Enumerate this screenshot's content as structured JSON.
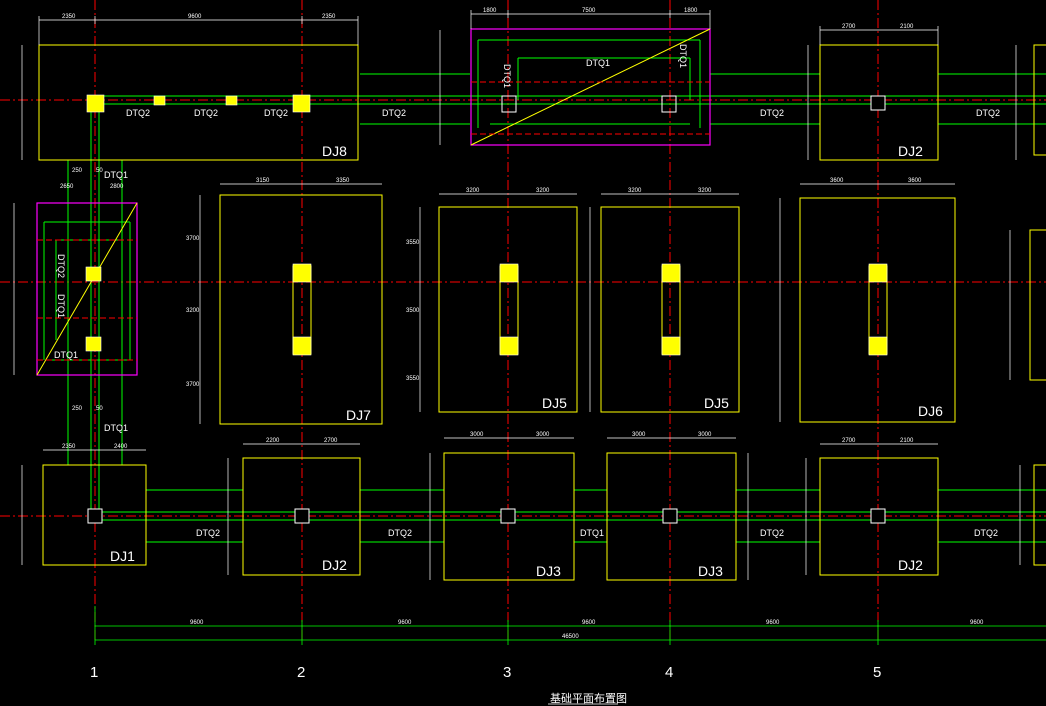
{
  "drawing": {
    "title": "基础平面布置图",
    "axes": [
      "1",
      "2",
      "3",
      "4",
      "5"
    ]
  },
  "foundations": {
    "dj8": "DJ8",
    "dj2_top": "DJ2",
    "dj7": "DJ7",
    "dj5_a": "DJ5",
    "dj5_b": "DJ5",
    "dj6": "DJ6",
    "dj1": "DJ1",
    "dj2_b1": "DJ2",
    "dj3_a": "DJ3",
    "dj3_b": "DJ3",
    "dj2_b2": "DJ2"
  },
  "beams": {
    "top_a": "DTQ2",
    "top_b": "DTQ2",
    "top_c": "DTQ2",
    "top_d": "DTQ2",
    "top_e": "DTQ2",
    "top_f": "DTQ2",
    "cap_top_1": "DTQ1",
    "cap_top_2": "DTQ1",
    "cap_top_3": "DTQ1",
    "left_1": "DTQ1",
    "left_2": "DTQ2",
    "left_3": "DTQ1",
    "left_4": "DTQ1",
    "left_5": "DTQ1",
    "bot_1": "DTQ2",
    "bot_2": "DTQ2",
    "bot_3": "DTQ1",
    "bot_4": "DTQ2",
    "bot_5": "DTQ2"
  },
  "dimensions": {
    "top": [
      "2350",
      "9600",
      "2350",
      "1800",
      "7500",
      "1800",
      "2700",
      "2100"
    ],
    "mid": [
      "3150",
      "3350",
      "3200",
      "3200",
      "3200",
      "3200",
      "3600",
      "3600"
    ],
    "mid_h": [
      "3700",
      "3200",
      "3700",
      "3550",
      "3500",
      "3550"
    ],
    "bottom": [
      "2350",
      "2400",
      "2200",
      "2700",
      "3000",
      "3000",
      "3000",
      "3000",
      "2700",
      "2100"
    ],
    "left": [
      "2650",
      "2800",
      "250",
      "50",
      "250",
      "50"
    ],
    "axis_spans": [
      "9600",
      "9600",
      "9600",
      "9600",
      "9600"
    ],
    "overall": "46500"
  },
  "colors": {
    "background": "#000000",
    "axis": "#ff0000",
    "footing": "#ffff00",
    "beam": "#00ff00",
    "cap": "#ff00ff",
    "column": "#ffff00",
    "text": "#ffffff"
  }
}
